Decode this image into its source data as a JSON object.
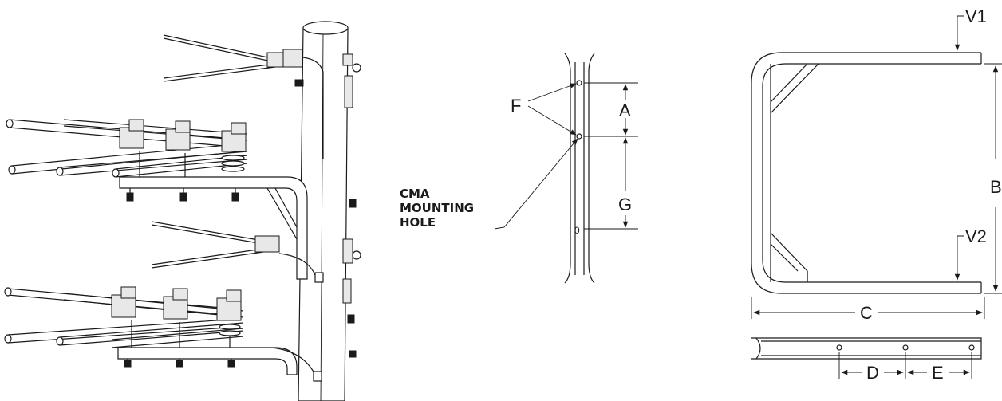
{
  "labels": {
    "F": "F",
    "A": "A",
    "G": "G",
    "B": "B",
    "C": "C",
    "D": "D",
    "E": "E",
    "V1": "V1",
    "V2": "V2",
    "hole_zero": "0"
  },
  "callout": {
    "line1": "CMA",
    "line2": "MOUNTING",
    "line3": "HOLE"
  }
}
